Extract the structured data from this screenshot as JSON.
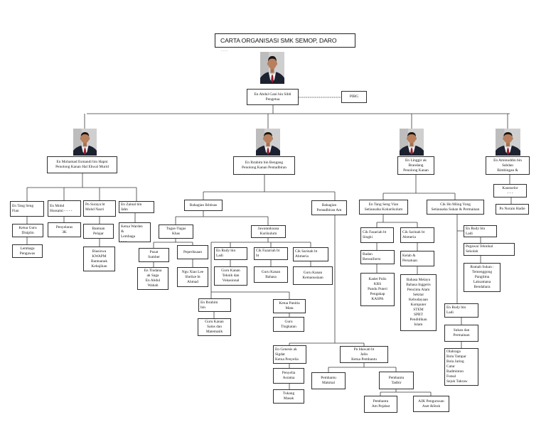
{
  "title": "CARTA ORGANISASI SMK SEMOP, DARO",
  "title_note": "- - - -",
  "principal": "En Abdul Gani bin Sibli\nPengetua",
  "pibg": "PIBG",
  "hem": {
    "head": "En Mohamad Esmandi bin Hapni\nPenolong Kanan Hal Ehwal Murid",
    "units": [
      {
        "officer": "En Tang Seng\nFian",
        "roles": [
          "Ketua Guru\nDisiplin",
          "Lembaga\nPengawas"
        ]
      },
      {
        "officer": "En Mohd\nHussaini - - - -",
        "roles": [
          "Penyelaras\n3K"
        ]
      },
      {
        "officer": "Pn Suraya bt\nMohd     Nazri",
        "roles": [
          "Bantuan\nPelajar",
          "Biasiswa\nKWAPM\nBantuanak\nKebajikan"
        ]
      },
      {
        "officer": "En Zainal bin\nJahn",
        "roles": [
          "Ketua Warden\n&\nLembaga\n- - -"
        ]
      }
    ]
  },
  "pentadbiran": {
    "head": "En Ibrahim bin Bengang\nPenolong Kanan Pentadbiran",
    "ikhtisas": {
      "label": "Bahagian Ikhtisas",
      "tugas_khas": {
        "label": "Tugas-Tugas\nKhas",
        "pusat_sumber": {
          "label": "Pusat\nSumber",
          "staff": "En Tindana\nak Saga\nEn Abdul\nWahab"
        },
        "peperiksaan": {
          "label": "Peperiksaan",
          "staff": "Ngu Xiao Lee\nShelize bt\nAhmad"
        }
      },
      "kurikulum": {
        "label": "Jawatankuasa\nKurikulum",
        "guru_kanan": [
          {
            "name": "En Rudy bin\nLadi",
            "role": "Guru Kanan\nTeknik dan\nVokasional"
          },
          {
            "name": "Cik Fazariah bt\nbt",
            "role": "Guru Kanan\nBahasa"
          },
          {
            "name": "Cik Sarinah bt\nAhmeria",
            "role": "Guru Kanan\nKemanusiaan"
          },
          {
            "name": "En Ibrahim\nbin",
            "role": "Guru Kanan\nSains dan\nMatematik"
          }
        ],
        "ketua_panitia": "Ketua Panitia\nMata",
        "guru_tingkatan": "Guru\nTingkatan"
      }
    },
    "am": {
      "label": "Bahagian\nPentadbiran Am",
      "penyelia": {
        "head": "En Genesis ak\nSigdat\nKetua Penyelia",
        "roles": [
          "Penyelia\nAsrama",
          "Tukang\nMasak"
        ]
      },
      "pembantu": {
        "head": "Pn Idawati bt\nJalin\nKetua Pembantu",
        "makmal": "Pembantu\nMakmal",
        "tadbir": "Pembantu\nTadbir",
        "am_pejabat": "Pembantu\nAm Pejabat",
        "aset": "AJK Pengurusan\nAset &Stok"
      }
    }
  },
  "kokurikulum": {
    "head": "En Linggir ak\nBrandang\nPenolong Kanan",
    "koko": {
      "label": "En Tang Seng Vian\nSetiausaha Kokurikulum",
      "uniform": {
        "teacher": "Cik Fazariah bt\nSingki",
        "label": "Badan\nBeruniform",
        "items": "Kadet Polis\nKRS\nPandu Puteri\nPengakap\nKASPA"
      },
      "kelab": {
        "teacher": "Cik Sarinah bt\nAhmeria",
        "label": "Kelab &\nPersatuan",
        "items": "Bahasa Melayu\nBahasa Inggeris\nPencinta Alam\nSekitar\nKebudayaan\nKomputer\nSTEM\nSPBT\nPendidikan\nIslam"
      }
    },
    "sukan": {
      "label": "Cik Ho Miing  Yong\nSetiausaha Sukan & Permainan",
      "rumah": {
        "teacher": "En Rudy bin\nLadi",
        "officer": "Pegawai Teknikal\nSekolah",
        "items": "Rumah Sukan :\nTemenggong\nPanglima\nLaksamana\nBendahara"
      },
      "permainan": {
        "teacher": "En Rudy bin\nLadi",
        "label": "Sukan dan\nPermainan",
        "items": "Olahraga\nBola Tampar\nBola Jaring\nCatur\nBadminton\nFutsal\nSejuk Takraw"
      }
    }
  },
  "bimbingan": {
    "head": "En Aminuddin bin\nSabdan\nBimbingan &",
    "label": "Kaunselor\n- - -",
    "staff": "Pn Norain Hadie"
  }
}
